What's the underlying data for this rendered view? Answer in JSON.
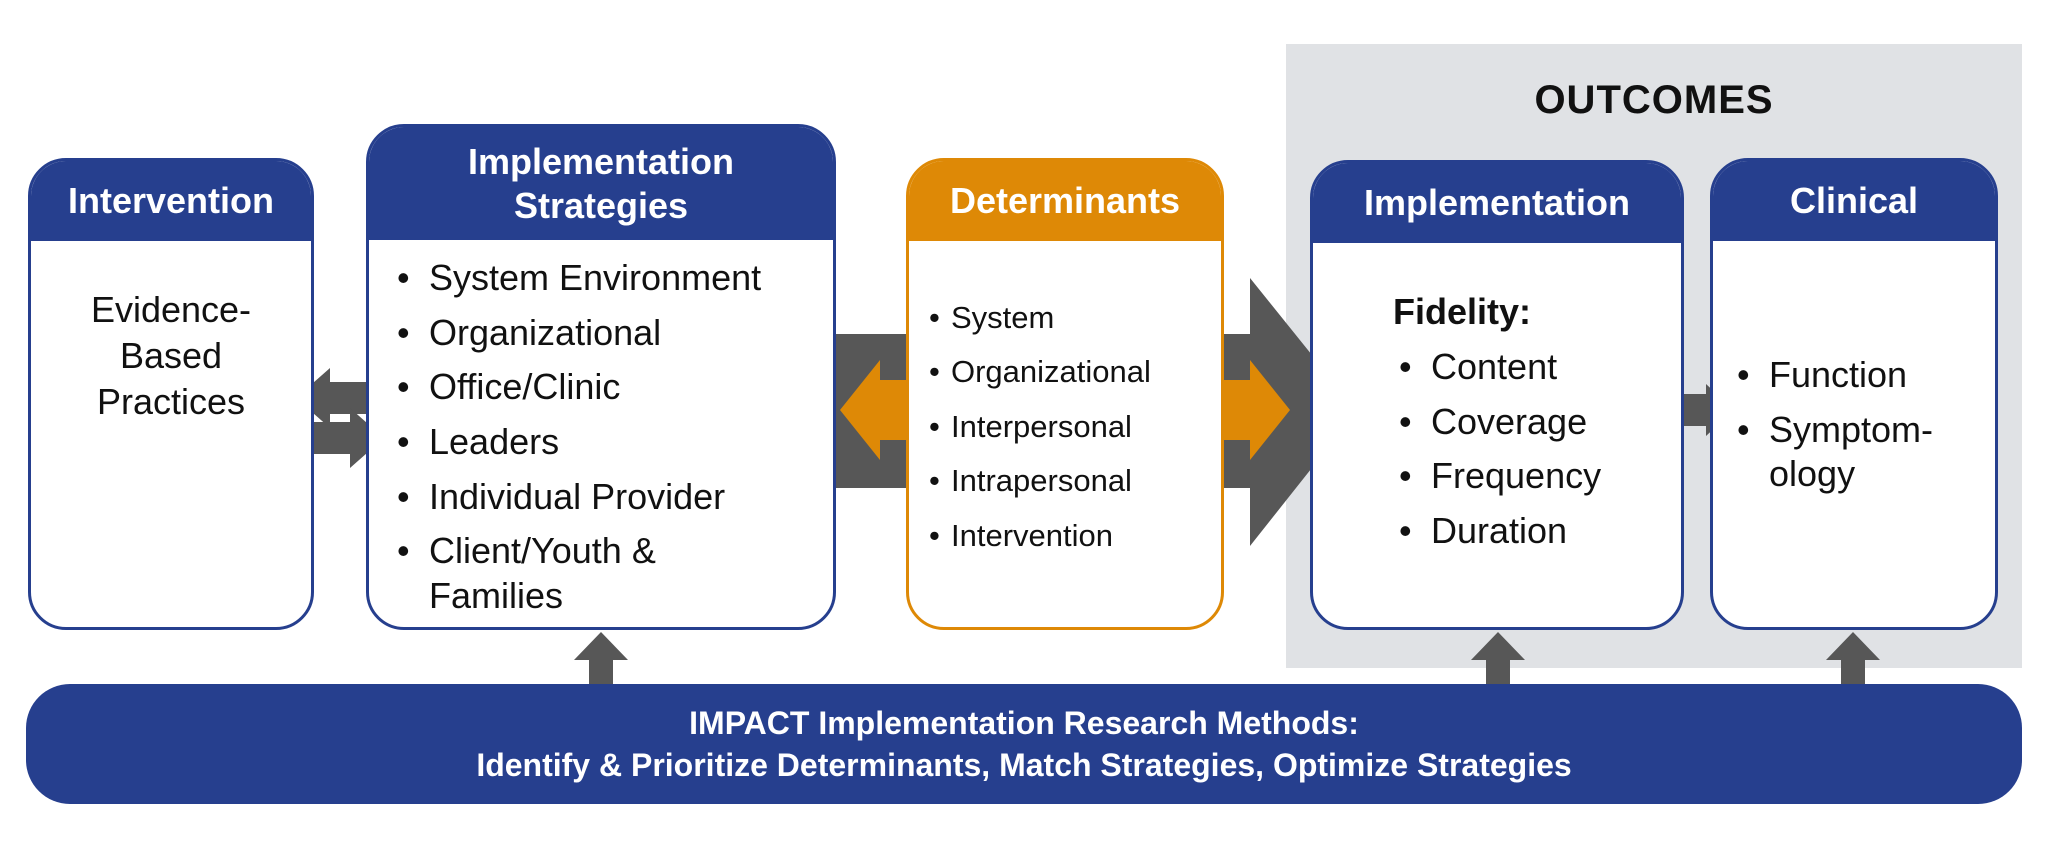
{
  "outcomes": {
    "title": "OUTCOMES"
  },
  "intervention": {
    "title": "Intervention",
    "body": [
      "Evidence-",
      "Based",
      "Practices"
    ]
  },
  "strategies": {
    "title_lines": [
      "Implementation",
      "Strategies"
    ],
    "items": [
      "System Environment",
      "Organizational",
      "Office/Clinic",
      "Leaders",
      "Individual Provider",
      "Client/Youth &\nFamilies"
    ]
  },
  "determinants": {
    "title": "Determinants",
    "items": [
      "System",
      "Organizational",
      "Interpersonal",
      "Intrapersonal",
      "Intervention"
    ]
  },
  "implementation": {
    "title": "Implementation",
    "subtitle": "Fidelity:",
    "items": [
      "Content",
      "Coverage",
      "Frequency",
      "Duration"
    ]
  },
  "clinical": {
    "title": "Clinical",
    "items": [
      "Function",
      "Symptom-\nology"
    ]
  },
  "methods": {
    "line1": "IMPACT Implementation Research Methods:",
    "line2": "Identify & Prioritize Determinants, Match Strategies, Optimize Strategies"
  },
  "colors": {
    "navy": "#263f8e",
    "orange": "#de8906",
    "arrow_gray": "#575757",
    "panel_gray": "#e0e2e5"
  }
}
